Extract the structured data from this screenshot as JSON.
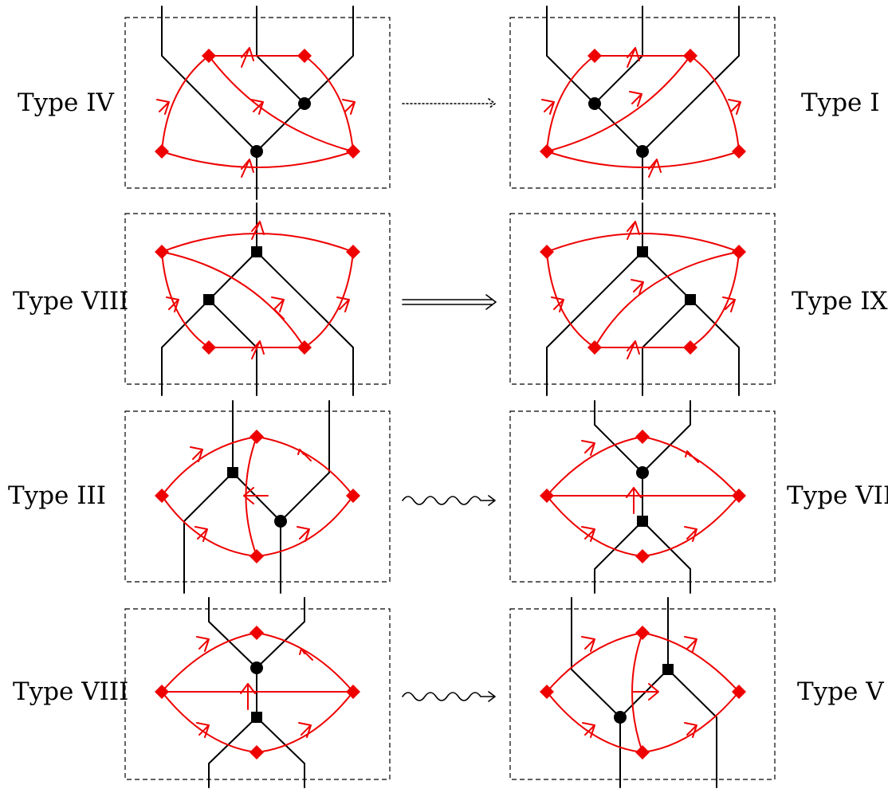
{
  "rows": [
    {
      "left": "Type IV",
      "right": "Type I"
    },
    {
      "left": "Type VIII",
      "right": "Type IX"
    },
    {
      "left": "Type III",
      "right": "Type VII"
    },
    {
      "left": "Type VIII",
      "right": "Type V"
    }
  ],
  "colors": {
    "strand": "#000000",
    "loop": "#ee0000",
    "panel_border": "#000000"
  }
}
